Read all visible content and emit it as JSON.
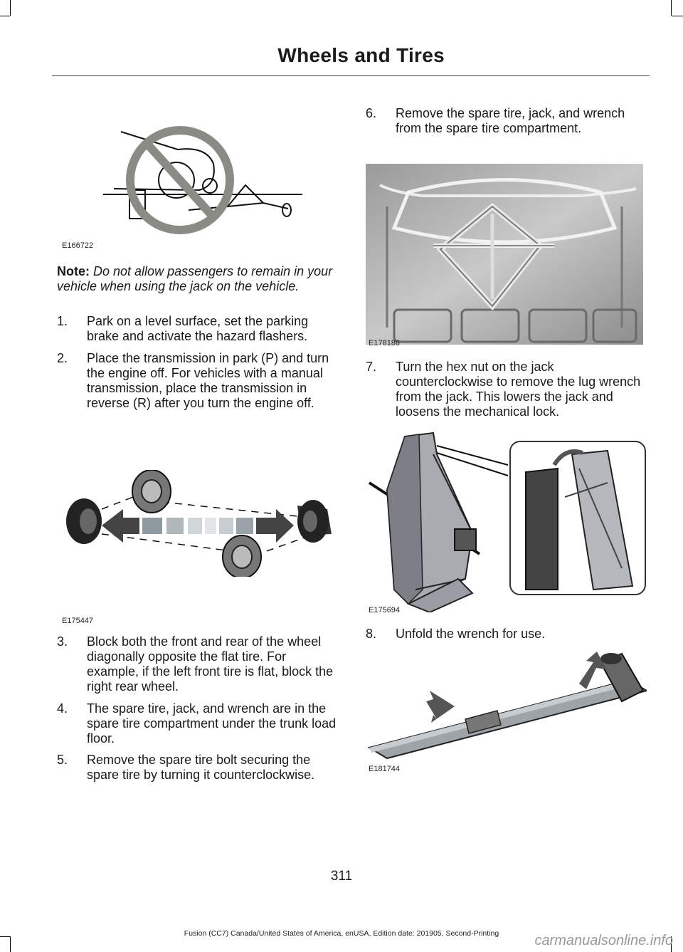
{
  "header": {
    "title": "Wheels and Tires"
  },
  "figures": {
    "fig1": "E166722",
    "fig2": "E175447",
    "fig3": "E178186",
    "fig4": "E175694",
    "fig5": "E181744"
  },
  "note": {
    "label": "Note:",
    "text": "Do not allow passengers to remain in your vehicle when using the jack on the vehicle."
  },
  "steps": [
    {
      "num": "1.",
      "text": "Park on a level surface, set the parking brake and activate the hazard flashers."
    },
    {
      "num": "2.",
      "text": "Place the transmission in park (P) and turn the engine off. For vehicles with a manual transmission, place the transmission in reverse (R) after you turn the engine off."
    },
    {
      "num": "3.",
      "text": "Block both the front and rear of the wheel diagonally opposite the flat tire. For example, if the left front tire is flat, block the right rear wheel."
    },
    {
      "num": "4.",
      "text": "The spare tire, jack, and wrench are in the spare tire compartment under the trunk load floor."
    },
    {
      "num": "5.",
      "text": "Remove the spare tire bolt securing the spare tire by turning it counterclockwise."
    },
    {
      "num": "6.",
      "text": "Remove the spare tire, jack, and wrench from the spare tire compartment."
    },
    {
      "num": "7.",
      "text": "Turn the hex nut on the jack counterclockwise to remove the lug wrench from the jack. This lowers the jack and loosens the mechanical lock."
    },
    {
      "num": "8.",
      "text": "Unfold the wrench for use."
    }
  ],
  "page_number": "311",
  "footer": "Fusion (CC7) Canada/United States of America, enUSA, Edition date: 201905, Second-Printing",
  "watermark": "carmanualsonline.info"
}
